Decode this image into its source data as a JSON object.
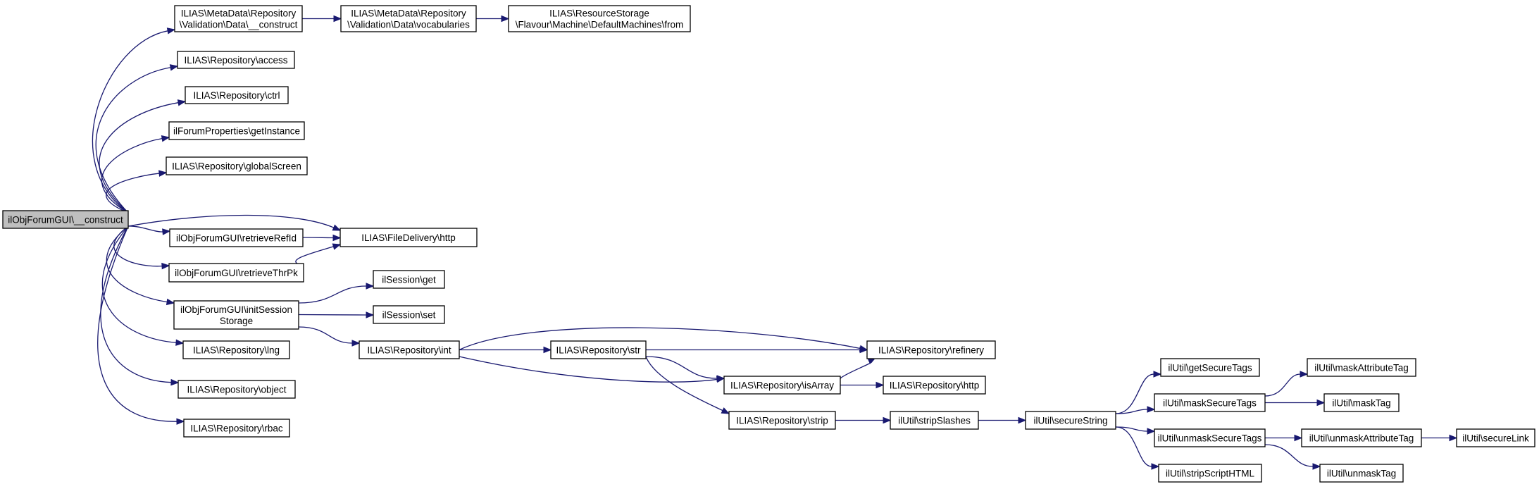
{
  "colors": {
    "edge": "#191970",
    "node_border": "#000000",
    "root_fill": "#bfbfbf",
    "node_fill": "#ffffff"
  },
  "nodes": {
    "root": [
      "ilObjForumGUI\\__construct"
    ],
    "md_construct": [
      "ILIAS\\MetaData\\Repository",
      "\\Validation\\Data\\__construct"
    ],
    "md_vocab": [
      "ILIAS\\MetaData\\Repository",
      "\\Validation\\Data\\vocabularies"
    ],
    "rs_from": [
      "ILIAS\\ResourceStorage",
      "\\Flavour\\Machine\\DefaultMachines\\from"
    ],
    "repo_access": [
      "ILIAS\\Repository\\access"
    ],
    "repo_ctrl": [
      "ILIAS\\Repository\\ctrl"
    ],
    "forum_props": [
      "ilForumProperties\\getInstance"
    ],
    "repo_globalscreen": [
      "ILIAS\\Repository\\globalScreen"
    ],
    "retrieve_refid": [
      "ilObjForumGUI\\retrieveRefId"
    ],
    "fd_http": [
      "ILIAS\\FileDelivery\\http"
    ],
    "retrieve_thrpk": [
      "ilObjForumGUI\\retrieveThrPk"
    ],
    "init_session": [
      "ilObjForumGUI\\initSession",
      "Storage"
    ],
    "session_get": [
      "ilSession\\get"
    ],
    "session_set": [
      "ilSession\\set"
    ],
    "repo_int": [
      "ILIAS\\Repository\\int"
    ],
    "repo_str": [
      "ILIAS\\Repository\\str"
    ],
    "repo_refinery": [
      "ILIAS\\Repository\\refinery"
    ],
    "repo_isarray": [
      "ILIAS\\Repository\\isArray"
    ],
    "repo_http": [
      "ILIAS\\Repository\\http"
    ],
    "repo_strip": [
      "ILIAS\\Repository\\strip"
    ],
    "strip_slashes": [
      "ilUtil\\stripSlashes"
    ],
    "secure_string": [
      "ilUtil\\secureString"
    ],
    "get_secure_tags": [
      "ilUtil\\getSecureTags"
    ],
    "mask_secure_tags": [
      "ilUtil\\maskSecureTags"
    ],
    "unmask_secure_tags": [
      "ilUtil\\unmaskSecureTags"
    ],
    "strip_script_html": [
      "ilUtil\\stripScriptHTML"
    ],
    "mask_attr_tag": [
      "ilUtil\\maskAttributeTag"
    ],
    "mask_tag": [
      "ilUtil\\maskTag"
    ],
    "unmask_attr_tag": [
      "ilUtil\\unmaskAttributeTag"
    ],
    "unmask_tag": [
      "ilUtil\\unmaskTag"
    ],
    "secure_link": [
      "ilUtil\\secureLink"
    ],
    "repo_lng": [
      "ILIAS\\Repository\\lng"
    ],
    "repo_object": [
      "ILIAS\\Repository\\object"
    ],
    "repo_rbac": [
      "ILIAS\\Repository\\rbac"
    ]
  },
  "edges": [
    [
      "root",
      "md_construct"
    ],
    [
      "root",
      "repo_access"
    ],
    [
      "root",
      "repo_ctrl"
    ],
    [
      "root",
      "forum_props"
    ],
    [
      "root",
      "repo_globalscreen"
    ],
    [
      "root",
      "fd_http"
    ],
    [
      "root",
      "retrieve_refid"
    ],
    [
      "root",
      "retrieve_thrpk"
    ],
    [
      "root",
      "init_session"
    ],
    [
      "root",
      "repo_lng"
    ],
    [
      "root",
      "repo_object"
    ],
    [
      "root",
      "repo_rbac"
    ],
    [
      "md_construct",
      "md_vocab"
    ],
    [
      "md_vocab",
      "rs_from"
    ],
    [
      "retrieve_refid",
      "fd_http"
    ],
    [
      "retrieve_thrpk",
      "fd_http"
    ],
    [
      "init_session",
      "session_get"
    ],
    [
      "init_session",
      "session_set"
    ],
    [
      "init_session",
      "repo_int"
    ],
    [
      "repo_int",
      "repo_refinery"
    ],
    [
      "repo_int",
      "repo_str"
    ],
    [
      "repo_int",
      "repo_isarray"
    ],
    [
      "repo_str",
      "repo_refinery"
    ],
    [
      "repo_str",
      "repo_isarray"
    ],
    [
      "repo_str",
      "repo_strip"
    ],
    [
      "repo_isarray",
      "repo_refinery"
    ],
    [
      "repo_isarray",
      "repo_http"
    ],
    [
      "repo_strip",
      "strip_slashes"
    ],
    [
      "strip_slashes",
      "secure_string"
    ],
    [
      "secure_string",
      "get_secure_tags"
    ],
    [
      "secure_string",
      "mask_secure_tags"
    ],
    [
      "secure_string",
      "unmask_secure_tags"
    ],
    [
      "secure_string",
      "strip_script_html"
    ],
    [
      "mask_secure_tags",
      "mask_attr_tag"
    ],
    [
      "mask_secure_tags",
      "mask_tag"
    ],
    [
      "unmask_secure_tags",
      "unmask_attr_tag"
    ],
    [
      "unmask_secure_tags",
      "unmask_tag"
    ],
    [
      "unmask_attr_tag",
      "secure_link"
    ]
  ]
}
